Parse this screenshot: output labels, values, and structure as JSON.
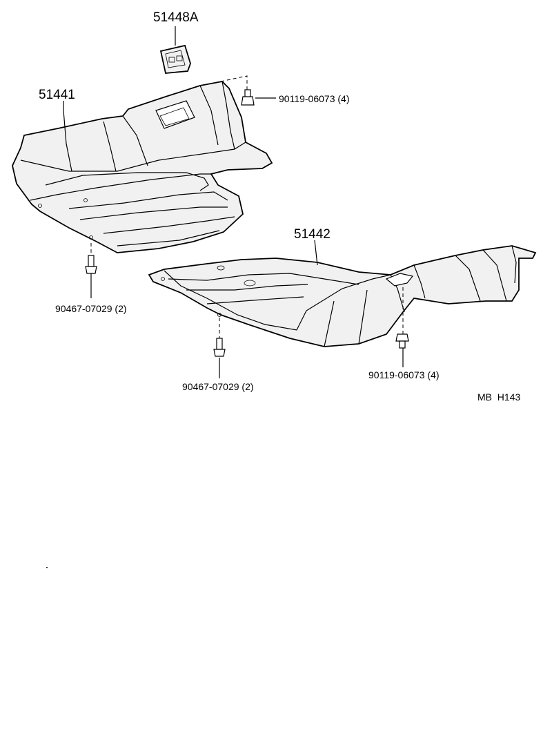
{
  "callouts": {
    "clip": "51448A",
    "front_cover": "51441",
    "rear_cover": "51442",
    "bolt_top": "90119-06073 (4)",
    "bolt_left": "90467-07029 (2)",
    "bolt_mid": "90467-07029 (2)",
    "bolt_right": "90119-06073 (4)",
    "drawing_code": "MB  H143"
  }
}
